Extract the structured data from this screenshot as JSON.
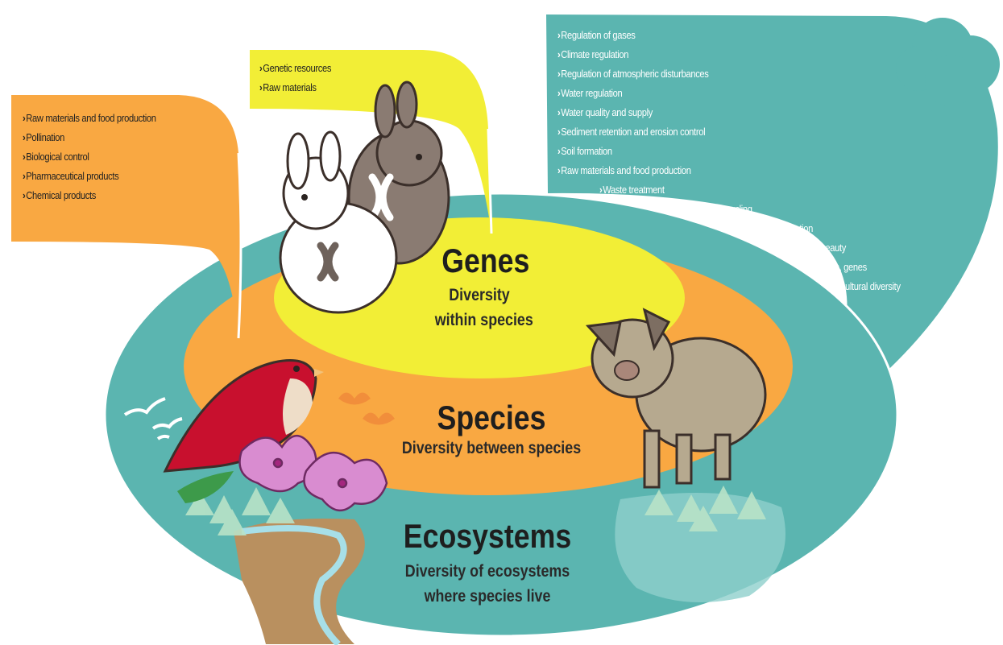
{
  "levels": {
    "genes": {
      "title": "Genes",
      "subtitle_line1": "Diversity",
      "subtitle_line2": "within species"
    },
    "species": {
      "title": "Species",
      "subtitle": "Diversity between species"
    },
    "ecosystems": {
      "title": "Ecosystems",
      "subtitle_line1": "Diversity of ecosystems",
      "subtitle_line2": "where species live"
    }
  },
  "callouts": {
    "species_services": [
      "Raw materials and food production",
      "Pollination",
      "Biological control",
      "Pharmaceutical products",
      "Chemical products"
    ],
    "genes_services": [
      "Genetic resources",
      "Raw materials"
    ],
    "ecosystem_services": [
      "Regulation of gases",
      "Climate regulation",
      "Regulation of atmospheric disturbances",
      "Water regulation",
      "Water quality and supply",
      "Sediment retention and erosion control",
      "Soil formation",
      "Raw materials and food production",
      "Waste treatment",
      "Recycling",
      "Cultural recreation",
      "Scenic beauty",
      "Species, genes",
      "Cultural diversity"
    ]
  },
  "colors": {
    "ecosystem_teal": "#5bb5b0",
    "species_orange": "#f9a842",
    "genes_yellow": "#f2ee36"
  },
  "illustrations": [
    "white-rabbit",
    "brown-rabbit",
    "chromosome",
    "red-bird",
    "pink-flowers",
    "butterflies",
    "pig",
    "tree",
    "seagulls",
    "river",
    "pine-trees"
  ]
}
